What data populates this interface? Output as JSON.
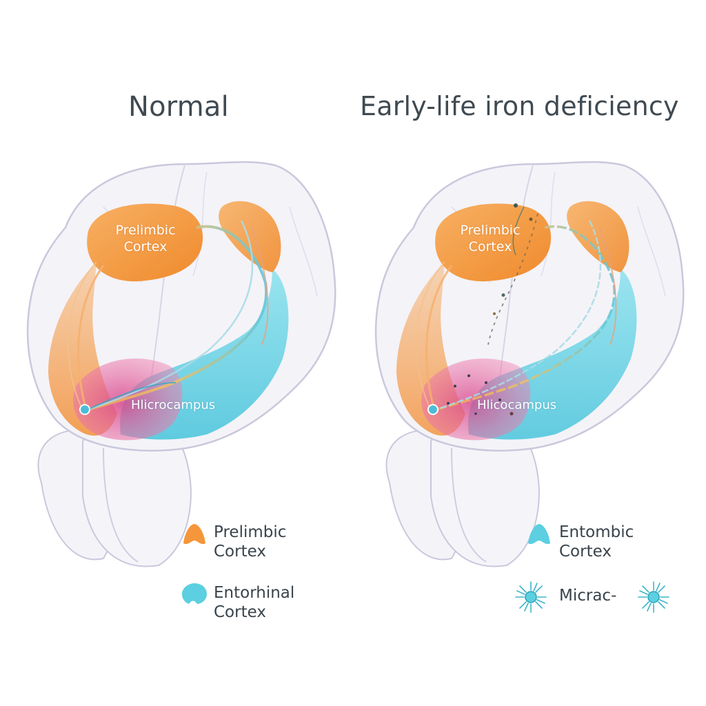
{
  "panels": {
    "left": {
      "title": "Normal",
      "prelimbic_label": "Prelimbic\nCortex",
      "hippocampus_label": "Hlicrocampus"
    },
    "right": {
      "title": "Early-life iron deficiency",
      "prelimbic_label": "Prelimbic\nCortex",
      "hippocampus_label": "Hlicocampus"
    }
  },
  "legend": {
    "left": [
      {
        "label": "Prelimbic\nCortex",
        "icon": "orange-region-icon"
      },
      {
        "label": "Entorhinal\nCortex",
        "icon": "cyan-region-icon"
      }
    ],
    "right": [
      {
        "label": "Entombic\nCortex",
        "icon": "cyan-region-icon"
      },
      {
        "label": "Micrac-",
        "icon": "microglia-icon"
      }
    ]
  },
  "colors": {
    "prelimbic": "#f5963a",
    "entorhinal": "#5ccfe0",
    "hippocampus_core": "#e0609a",
    "brain_fill": "#f4f3f8",
    "brain_outline": "#c9c8dc",
    "title_text": "#3f4a52"
  }
}
